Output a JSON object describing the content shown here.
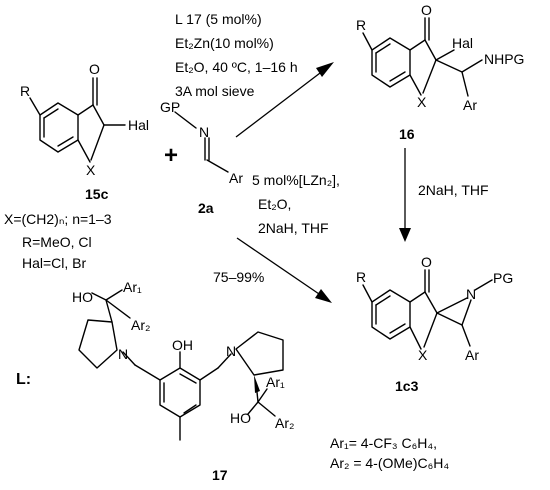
{
  "conditions_top": {
    "line1": "L 17 (5 mol%)",
    "line2": "Et₂Zn(10 mol%)",
    "line3": "Et₂O, 40 ºC, 1–16 h",
    "line4": "3A mol sieve"
  },
  "conditions_middle": {
    "line1": "5 mol%[LZn₂],",
    "line2": "Et₂O,",
    "line3": "2NaH, THF"
  },
  "conditions_vertical": "2NaH, THF",
  "yield_label": "75–99%",
  "plus_sign": "+",
  "reactant_notes": {
    "line1": "X=(CH2)ₙ; n=1–3",
    "line2": "R=MeO, Cl",
    "line3": "Hal=Cl, Br"
  },
  "aryl_definitions": {
    "ar1": "Ar₁= 4-CF₃ C₆H₄,",
    "ar2": "Ar₂ = 4-(OMe)C₆H₄"
  },
  "ligand_prefix": "L:",
  "compound_labels": {
    "c15c": "15c",
    "c2a": "2a",
    "c16": "16",
    "c1c3": "1c3",
    "c17": "17"
  },
  "atom_labels": {
    "R": "R",
    "O": "O",
    "X": "X",
    "Hal": "Hal",
    "GP": "GP",
    "N": "N",
    "Ar": "Ar",
    "NHPG": "NHPG",
    "PG": "PG",
    "HO": "HO",
    "OH": "OH",
    "Ar1": "Ar₁",
    "Ar2": "Ar₂"
  }
}
